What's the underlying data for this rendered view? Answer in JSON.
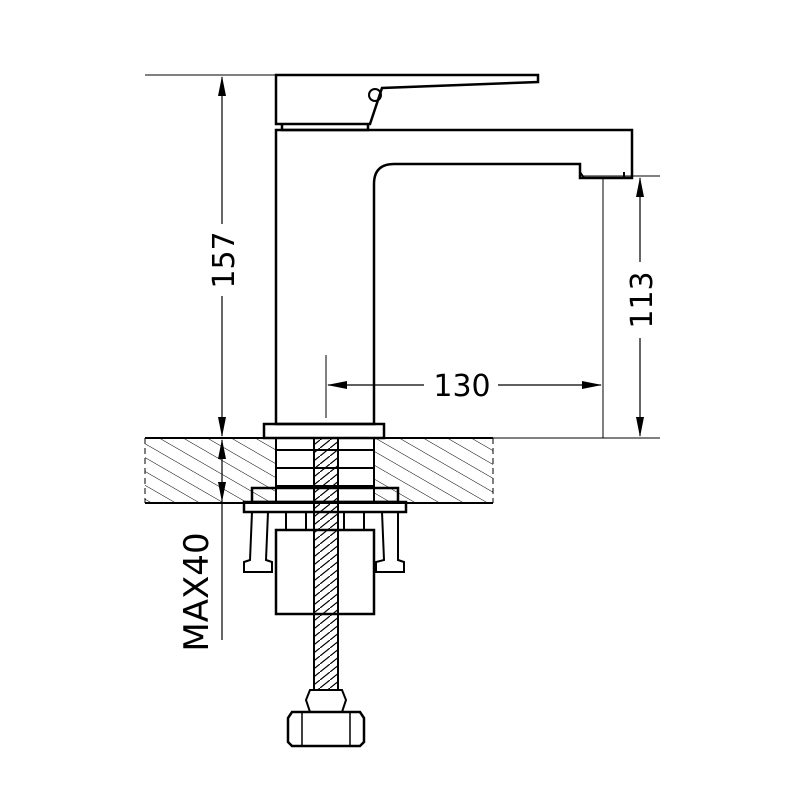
{
  "dimensions": {
    "total_height": "157",
    "spout_height": "113",
    "spout_reach": "130",
    "max_deck_thickness": "MAX40"
  },
  "colors": {
    "line": "#000000",
    "background": "#ffffff"
  }
}
